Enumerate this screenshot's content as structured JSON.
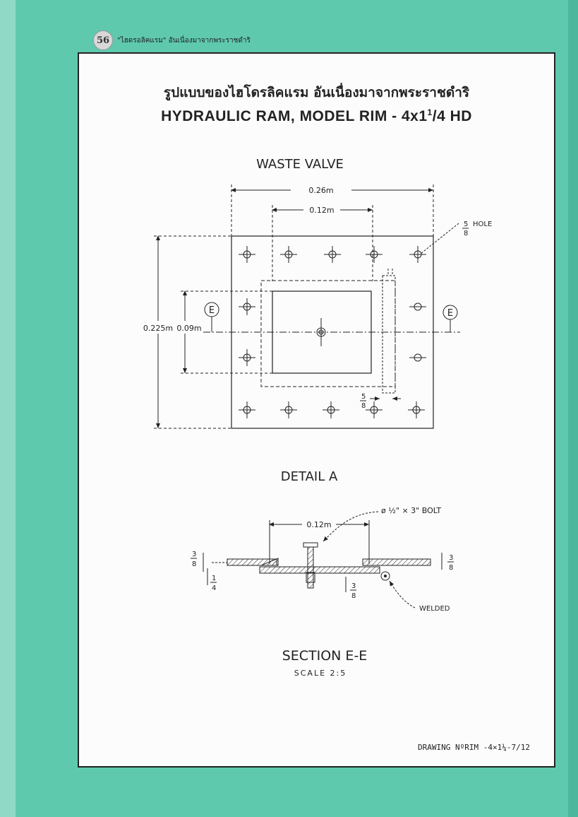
{
  "header": {
    "page_number": "56",
    "running_title": "\"ไฮดรอลิคแรม\" อันเนื่องมาจากพระราชดำริ"
  },
  "title": {
    "thai": "รูปแบบของไฮโดรลิคแรม อันเนื่องมาจากพระราชดำริ",
    "english_prefix": "HYDRAULIC RAM, MODEL RIM - 4x1",
    "english_sup": "1",
    "english_suffix": "/4 HD"
  },
  "waste_valve": {
    "heading": "WASTE VALVE",
    "dim_width": "0.26m",
    "dim_inner": "0.12m",
    "dim_height": "0.225m",
    "dim_inner_height": "0.09m",
    "hole_num": "5",
    "hole_den": "8",
    "hole_label": "HOLE",
    "section_marker": "E",
    "edge_num": "5",
    "edge_den": "8"
  },
  "detail_a": {
    "heading": "DETAIL A",
    "dim_inner": "0.12m",
    "bolt_label": "ø ½\" × 3\" BOLT",
    "left_num": "3",
    "left_den": "8",
    "left2_num": "1",
    "left2_den": "4",
    "mid_num": "3",
    "mid_den": "8",
    "right_num": "3",
    "right_den": "8",
    "welded_label": "WELDED"
  },
  "section": {
    "heading": "SECTION E-E",
    "scale": "SCALE 2:5"
  },
  "drawing_number": "DRAWING NºRIM -4×1¼-7/12"
}
